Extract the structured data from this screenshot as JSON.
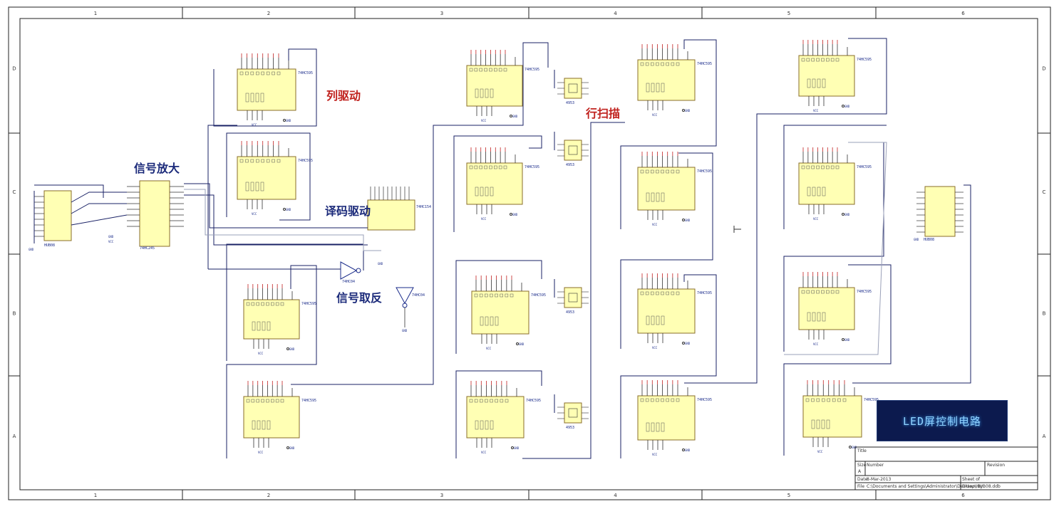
{
  "annotations": {
    "col_drive": "列驱动",
    "signal_amp": "信号放大",
    "decode_drive": "译码驱动",
    "signal_invert": "信号取反",
    "row_scan": "行扫描"
  },
  "frame": {
    "col_marks": [
      "1",
      "2",
      "3",
      "4",
      "5",
      "6"
    ],
    "row_marks": [
      "D",
      "C",
      "B",
      "A"
    ]
  },
  "chips": {
    "shift_register": "74HC595",
    "buffer": "74HC245",
    "decoder": "74HC154",
    "inverter": "74HC04",
    "mosfet": "4953",
    "connector": "HUB08"
  },
  "nets": {
    "gnd": "GND",
    "vcc": "VCC"
  },
  "title_block": {
    "title_label": "Title",
    "size_label": "Size",
    "size_value": "A",
    "number_label": "Number",
    "revision_label": "Revision",
    "date_label": "Date",
    "date_value": "8-Mar-2013",
    "sheet_label": "Sheet    of",
    "file_label": "File",
    "file_value": "C:\\Documents and Settings\\Administrator\\Desktop\\HUB08.ddb",
    "drawn_label": "Drawn By"
  },
  "logo_text": "LED屏控制电路"
}
